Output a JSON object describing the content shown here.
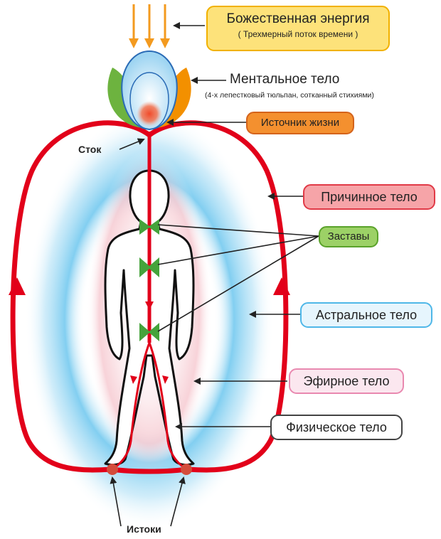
{
  "labels": {
    "divine_energy": "Божественная энергия",
    "divine_energy_sub": "( Трехмерный поток времени )",
    "mental_body": "Ментальное тело",
    "mental_body_sub": "(4-х лепестковый тюльпан, сотканный стихиями)",
    "life_source": "Источник жизни",
    "drain": "Сток",
    "causal_body": "Причинное тело",
    "gates": "Заставы",
    "astral_body": "Астральное тело",
    "etheric_body": "Эфирное тело",
    "physical_body": "Физическое тело",
    "sources": "Истоки"
  },
  "colors": {
    "divine_energy_box": "#fde27a",
    "divine_energy_border": "#f1b100",
    "life_source_box": "#f4902f",
    "life_source_border": "#d4631b",
    "causal_box": "#f6a4a8",
    "causal_border": "#e13a47",
    "gates_box": "#9cd166",
    "gates_border": "#5aa22a",
    "astral_box": "#e6f5fd",
    "astral_border": "#4fb7e8",
    "etheric_box": "#fbe7ef",
    "etheric_border": "#e989b0",
    "physical_box": "#ffffff",
    "physical_border": "#444444",
    "energy_line": "#e2001a",
    "gate_marks": "#45a33b",
    "astral_glow": "#6cc6ee",
    "etheric_glow": "#f3b5bf",
    "arrows_down": "#f39a1f",
    "petal_green": "#6db33f",
    "petal_orange": "#f39000",
    "tulip_blue": "#2a6bb6"
  }
}
